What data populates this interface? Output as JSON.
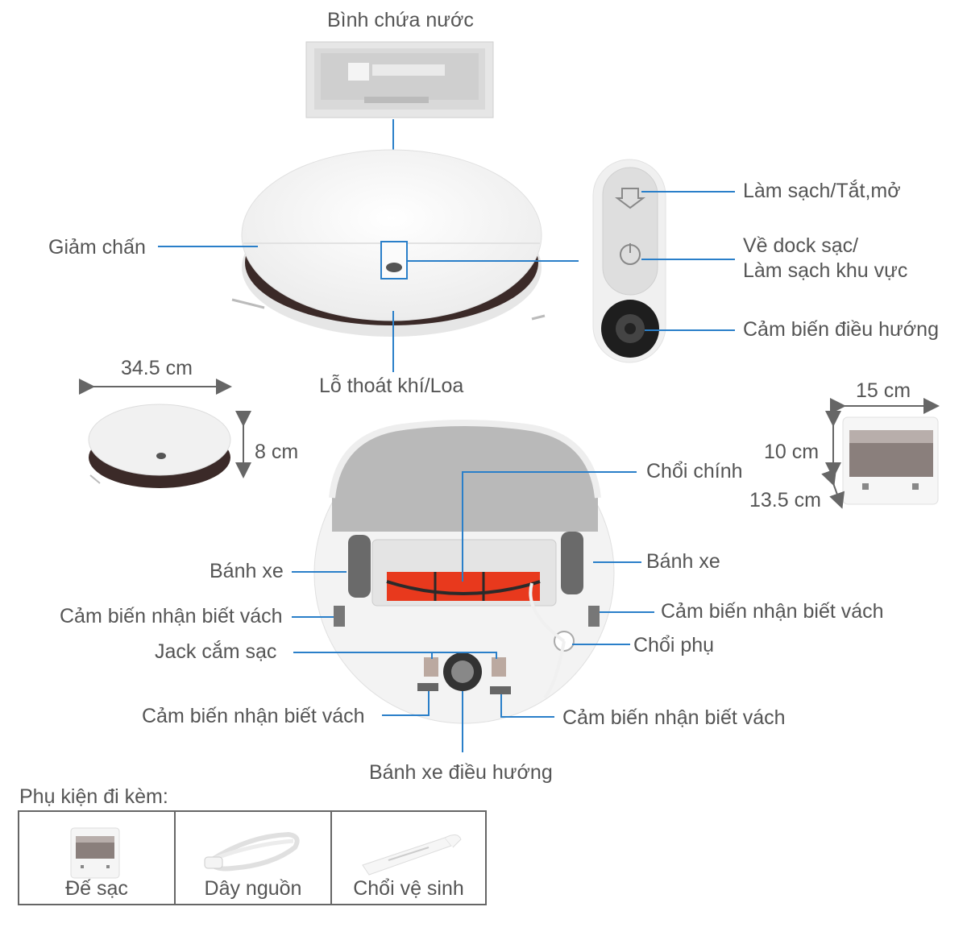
{
  "colors": {
    "leader": "#2a7fc9",
    "body": "#f3f3f3",
    "band": "#3b2a28",
    "brush": "#e8391d",
    "mop": "#b9b9b9"
  },
  "labels": {
    "water_tank": "Bình chứa nước",
    "bumper": "Giảm chấn",
    "exhaust": "Lỗ thoát khí/Loa",
    "clean_button": "Làm sạch/Tắt,mở",
    "dock_button": "Về dock sạc/\nLàm sạch khu vực",
    "nav_sensor": "Cảm biến điều hướng",
    "main_brush": "Chổi chính",
    "wheel_left": "Bánh xe",
    "wheel_right": "Bánh xe",
    "cliff_left": "Cảm biến nhận biết vách",
    "cliff_right": "Cảm biến nhận biết vách",
    "charge_jack": "Jack cắm sạc",
    "side_brush": "Chổi phụ",
    "cliff_bottom_left": "Cảm biến nhận biết vách",
    "cliff_bottom_right": "Cảm biến nhận biết vách",
    "caster": "Bánh xe điều hướng"
  },
  "dimensions": {
    "robot_width": "34.5 cm",
    "robot_height": "8 cm",
    "dock_width": "15 cm",
    "dock_height": "10 cm",
    "dock_depth": "13.5 cm"
  },
  "accessories": {
    "title": "Phụ kiện đi kèm:",
    "items": [
      {
        "label": "Đế sạc",
        "icon": "charging-dock-icon"
      },
      {
        "label": "Dây nguồn",
        "icon": "power-cord-icon"
      },
      {
        "label": "Chổi vệ sinh",
        "icon": "cleaning-brush-icon"
      }
    ]
  }
}
